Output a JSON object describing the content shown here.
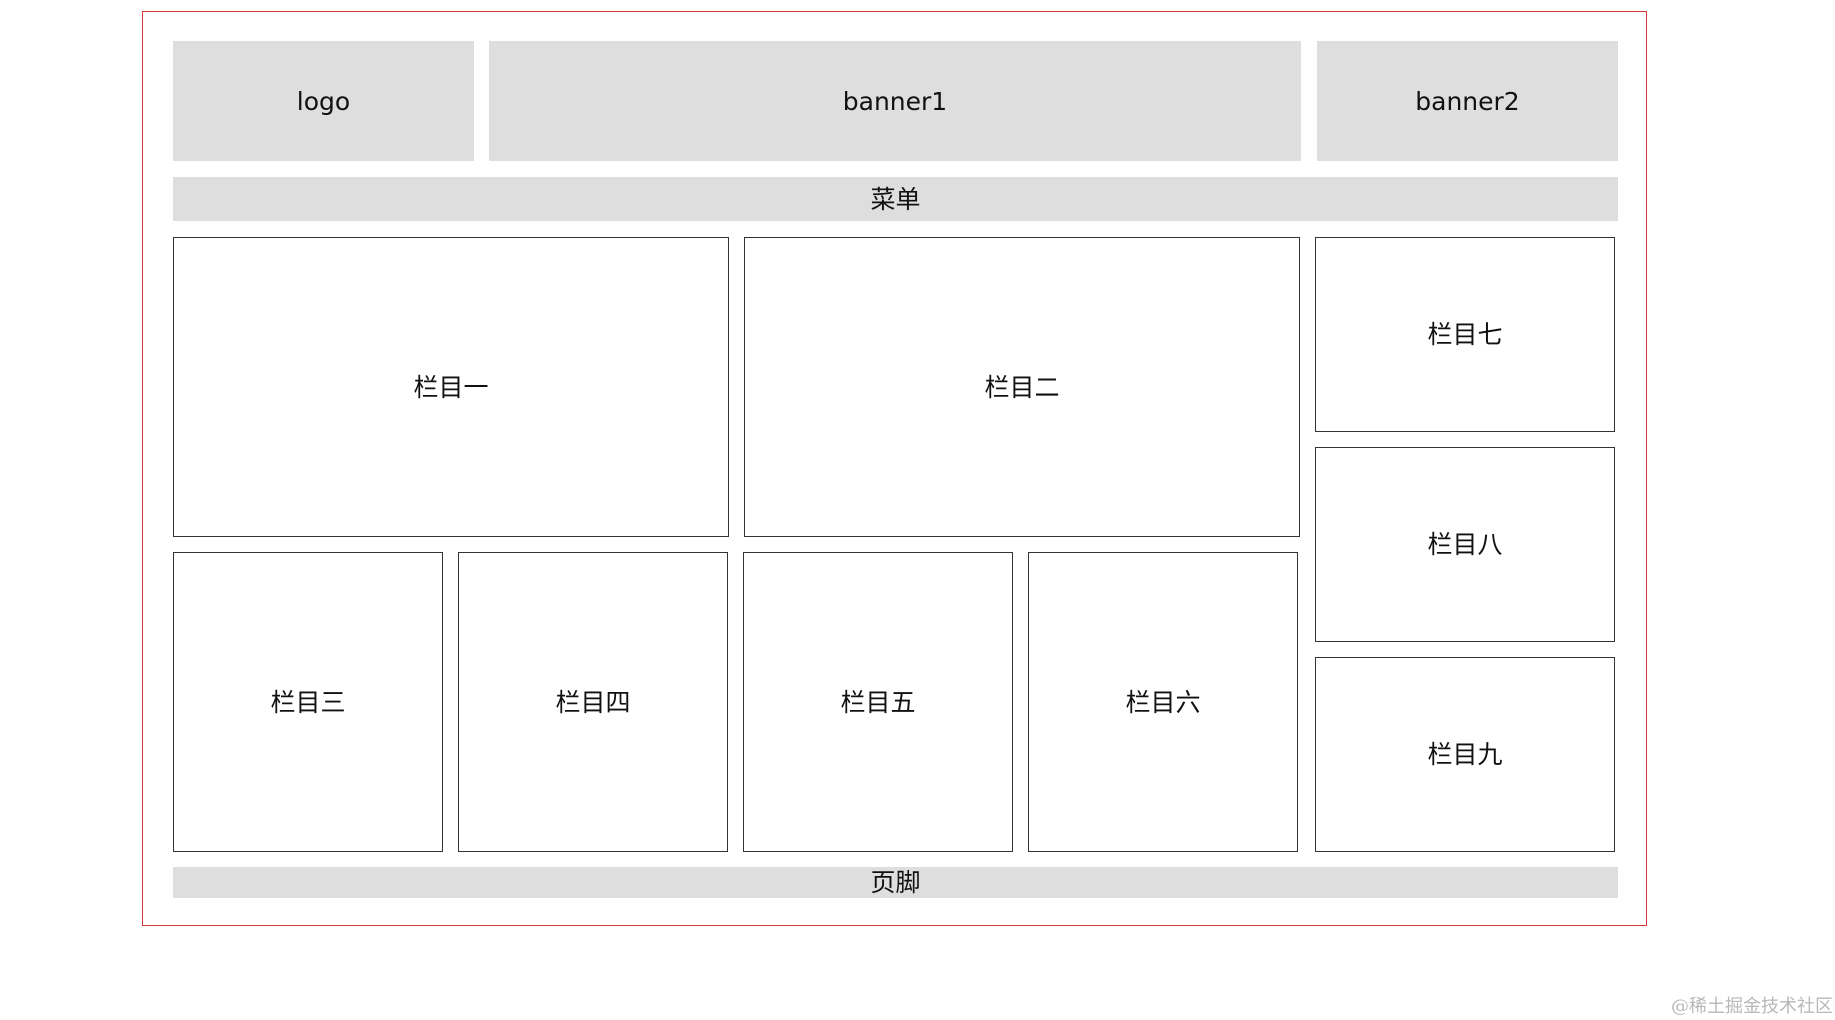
{
  "header": {
    "logo": "logo",
    "banner1": "banner1",
    "banner2": "banner2"
  },
  "menu": {
    "label": "菜单"
  },
  "columns": [
    "栏目一",
    "栏目二",
    "栏目三",
    "栏目四",
    "栏目五",
    "栏目六",
    "栏目七",
    "栏目八",
    "栏目九"
  ],
  "footer": {
    "label": "页脚"
  },
  "watermark": "@稀土掘金技术社区",
  "colors": {
    "border": "#d93838",
    "gray_fill": "#dedede",
    "panel_border": "#333333"
  }
}
